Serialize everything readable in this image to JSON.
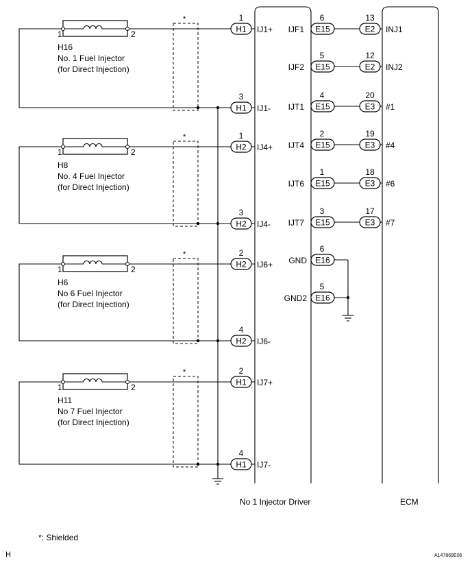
{
  "injectors": [
    {
      "id": "H16",
      "name": "No. 1 Fuel Injector",
      "sub": "(for Direct Injection)",
      "pin_left": "1",
      "pin_right": "2",
      "conn": "H1",
      "pos_pin": "1",
      "neg_pin": "3",
      "pos_term": "IJ1+",
      "neg_term": "IJ1-",
      "shield": "*"
    },
    {
      "id": "H8",
      "name": "No. 4 Fuel Injector",
      "sub": "(for Direct Injection)",
      "pin_left": "1",
      "pin_right": "2",
      "conn": "H2",
      "pos_pin": "1",
      "neg_pin": "3",
      "pos_term": "IJ4+",
      "neg_term": "IJ4-",
      "shield": "*"
    },
    {
      "id": "H6",
      "name": "No 6 Fuel Injector",
      "sub": "(for Direct Injection)",
      "pin_left": "1",
      "pin_right": "2",
      "conn": "H2",
      "pos_pin": "2",
      "neg_pin": "4",
      "pos_term": "IJ6+",
      "neg_term": "IJ6-",
      "shield": "*"
    },
    {
      "id": "H11",
      "name": "No 7 Fuel Injector",
      "sub": "(for Direct Injection)",
      "pin_left": "1",
      "pin_right": "2",
      "conn": "H1",
      "pos_pin": "2",
      "neg_pin": "4",
      "pos_term": "IJ7+",
      "neg_term": "IJ7-",
      "shield": "*"
    }
  ],
  "ecm_links": [
    {
      "drv_term": "IJF1",
      "drv_conn": "E15",
      "drv_pin": "6",
      "ecm_conn": "E2",
      "ecm_pin": "13",
      "ecm_term": "INJ1"
    },
    {
      "drv_term": "IJF2",
      "drv_conn": "E15",
      "drv_pin": "5",
      "ecm_conn": "E2",
      "ecm_pin": "12",
      "ecm_term": "INJ2"
    },
    {
      "drv_term": "IJT1",
      "drv_conn": "E15",
      "drv_pin": "4",
      "ecm_conn": "E3",
      "ecm_pin": "20",
      "ecm_term": "#1"
    },
    {
      "drv_term": "IJT4",
      "drv_conn": "E15",
      "drv_pin": "2",
      "ecm_conn": "E3",
      "ecm_pin": "19",
      "ecm_term": "#4"
    },
    {
      "drv_term": "IJT6",
      "drv_conn": "E15",
      "drv_pin": "1",
      "ecm_conn": "E3",
      "ecm_pin": "18",
      "ecm_term": "#6"
    },
    {
      "drv_term": "IJT7",
      "drv_conn": "E15",
      "drv_pin": "3",
      "ecm_conn": "E3",
      "ecm_pin": "17",
      "ecm_term": "#7"
    }
  ],
  "grounds": [
    {
      "term": "GND",
      "conn": "E16",
      "pin": "6"
    },
    {
      "term": "GND2",
      "conn": "E16",
      "pin": "5"
    }
  ],
  "labels": {
    "driver": "No 1 Injector Driver",
    "ecm": "ECM",
    "footnote": "*: Shielded",
    "corner_left": "H",
    "corner_right": "A147869E06"
  }
}
